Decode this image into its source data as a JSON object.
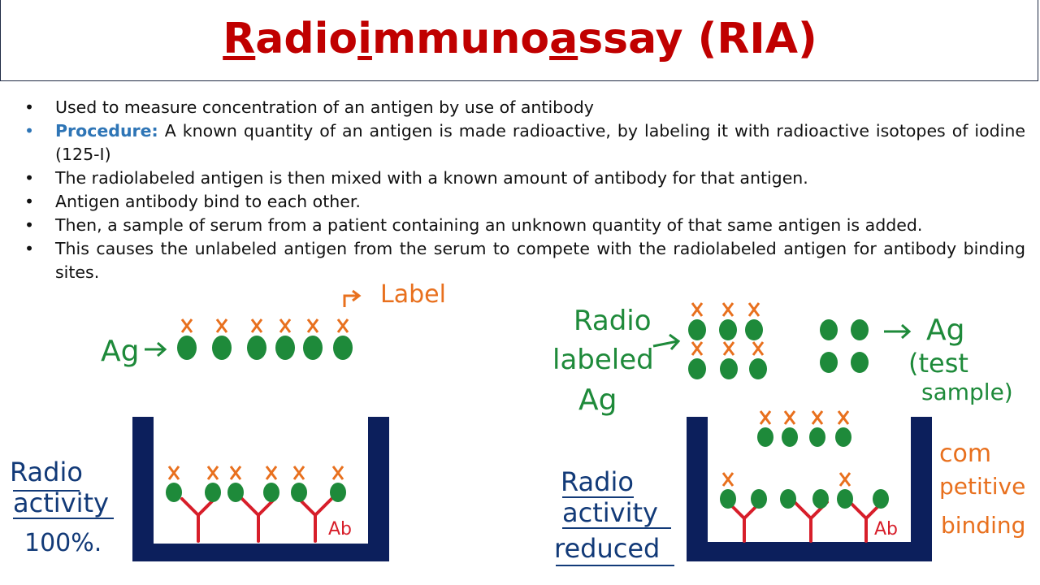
{
  "title": {
    "full": "Radioimmunoassay (RIA)",
    "parts": [
      "R",
      "adio",
      "i",
      "mmuno",
      "a",
      "ssay (RIA)"
    ]
  },
  "bullets": [
    {
      "text": "Used to measure concentration of an antigen by use of antibody"
    },
    {
      "label": "Procedure:",
      "text": "A known quantity of an antigen is made radioactive, by labeling it with radioactive isotopes of iodine (125-I)"
    },
    {
      "text": "The radiolabeled antigen is then mixed with a known amount of antibody for that antigen."
    },
    {
      "text": "Antigen antibody bind to each other."
    },
    {
      "text": "Then, a sample of serum from a patient containing an unknown quantity of that same antigen is added."
    },
    {
      "text": "This causes the unlabeled antigen from the serum to compete with the radiolabeled antigen for antibody binding sites."
    }
  ],
  "bullet_glyph": "•",
  "colors": {
    "title": "#c00000",
    "procedure_label": "#2e75b6",
    "antigen_green": "#1e8a3a",
    "label_orange": "#e8701e",
    "antibody_red": "#d71e2a",
    "container_navy": "#0c1f5c",
    "annotation_blue": "#123a78"
  },
  "diagram": {
    "left": {
      "label_annotation": "Label",
      "ag_label": "Ag",
      "radioactivity_label_1": "Radio",
      "radioactivity_label_2": "activity",
      "radioactivity_value": "100%.",
      "antibody_label": "Ab"
    },
    "right": {
      "radiolabeled_1": "Radio",
      "radiolabeled_2": "labeled",
      "radiolabeled_3": "Ag",
      "test_sample_1": "Ag",
      "test_sample_2": "(test",
      "test_sample_3": "sample)",
      "radioactivity_label_1": "Radio",
      "radioactivity_label_2": "activity",
      "radioactivity_value": "reduced",
      "competitive_1": "com",
      "competitive_2": "petitive",
      "competitive_3": "binding",
      "antibody_label": "Ab"
    }
  }
}
